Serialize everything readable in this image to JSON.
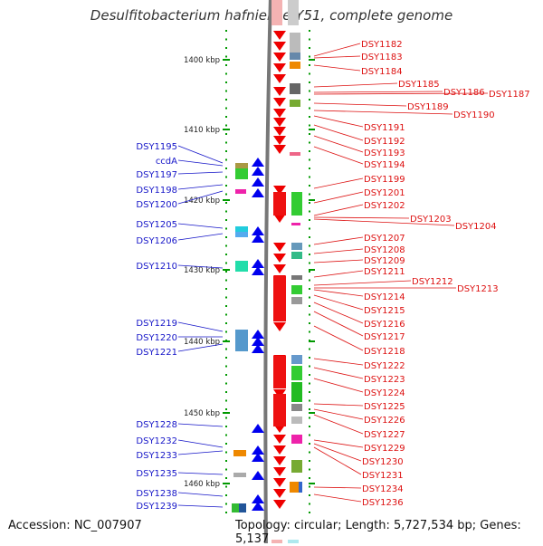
{
  "title": "Desulfitobacterium hafniense Y51, complete genome",
  "footer": {
    "accession": "Accession: NC_007907",
    "topology": "Topology: circular; Length: 5,727,534 bp; Genes: 5,137"
  },
  "colors": {
    "forward_arrow": "#0000ee",
    "reverse_arrow": "#ee0000",
    "left_label": "#1515c8",
    "right_label": "#dd1111",
    "tick": "#009900",
    "genome_line": "#777777"
  },
  "scale_labels": [
    "1400 kbp",
    "1410 kbp",
    "1420 kbp",
    "1430 kbp",
    "1440 kbp",
    "1450 kbp",
    "1460 kbp"
  ],
  "left_genes": [
    "DSY1195",
    "ccdA",
    "DSY1197",
    "DSY1198",
    "DSY1200",
    "DSY1205",
    "DSY1206",
    "DSY1210",
    "DSY1219",
    "DSY1220",
    "DSY1221",
    "DSY1228",
    "DSY1232",
    "DSY1233",
    "DSY1235",
    "DSY1238",
    "DSY1239"
  ],
  "right_genes": [
    "DSY1182",
    "DSY1183",
    "DSY1184",
    "DSY1185",
    "DSY1186",
    "DSY1187",
    "DSY1189",
    "DSY1190",
    "DSY1191",
    "DSY1192",
    "DSY1193",
    "DSY1194",
    "DSY1199",
    "DSY1201",
    "DSY1202",
    "DSY1203",
    "DSY1204",
    "DSY1207",
    "DSY1208",
    "DSY1209",
    "DSY1211",
    "DSY1212",
    "DSY1213",
    "DSY1214",
    "DSY1215",
    "DSY1216",
    "DSY1217",
    "DSY1218",
    "DSY1222",
    "DSY1223",
    "DSY1224",
    "DSY1225",
    "DSY1226",
    "DSY1227",
    "DSY1229",
    "DSY1230",
    "DSY1231",
    "DSY1234",
    "DSY1236"
  ]
}
